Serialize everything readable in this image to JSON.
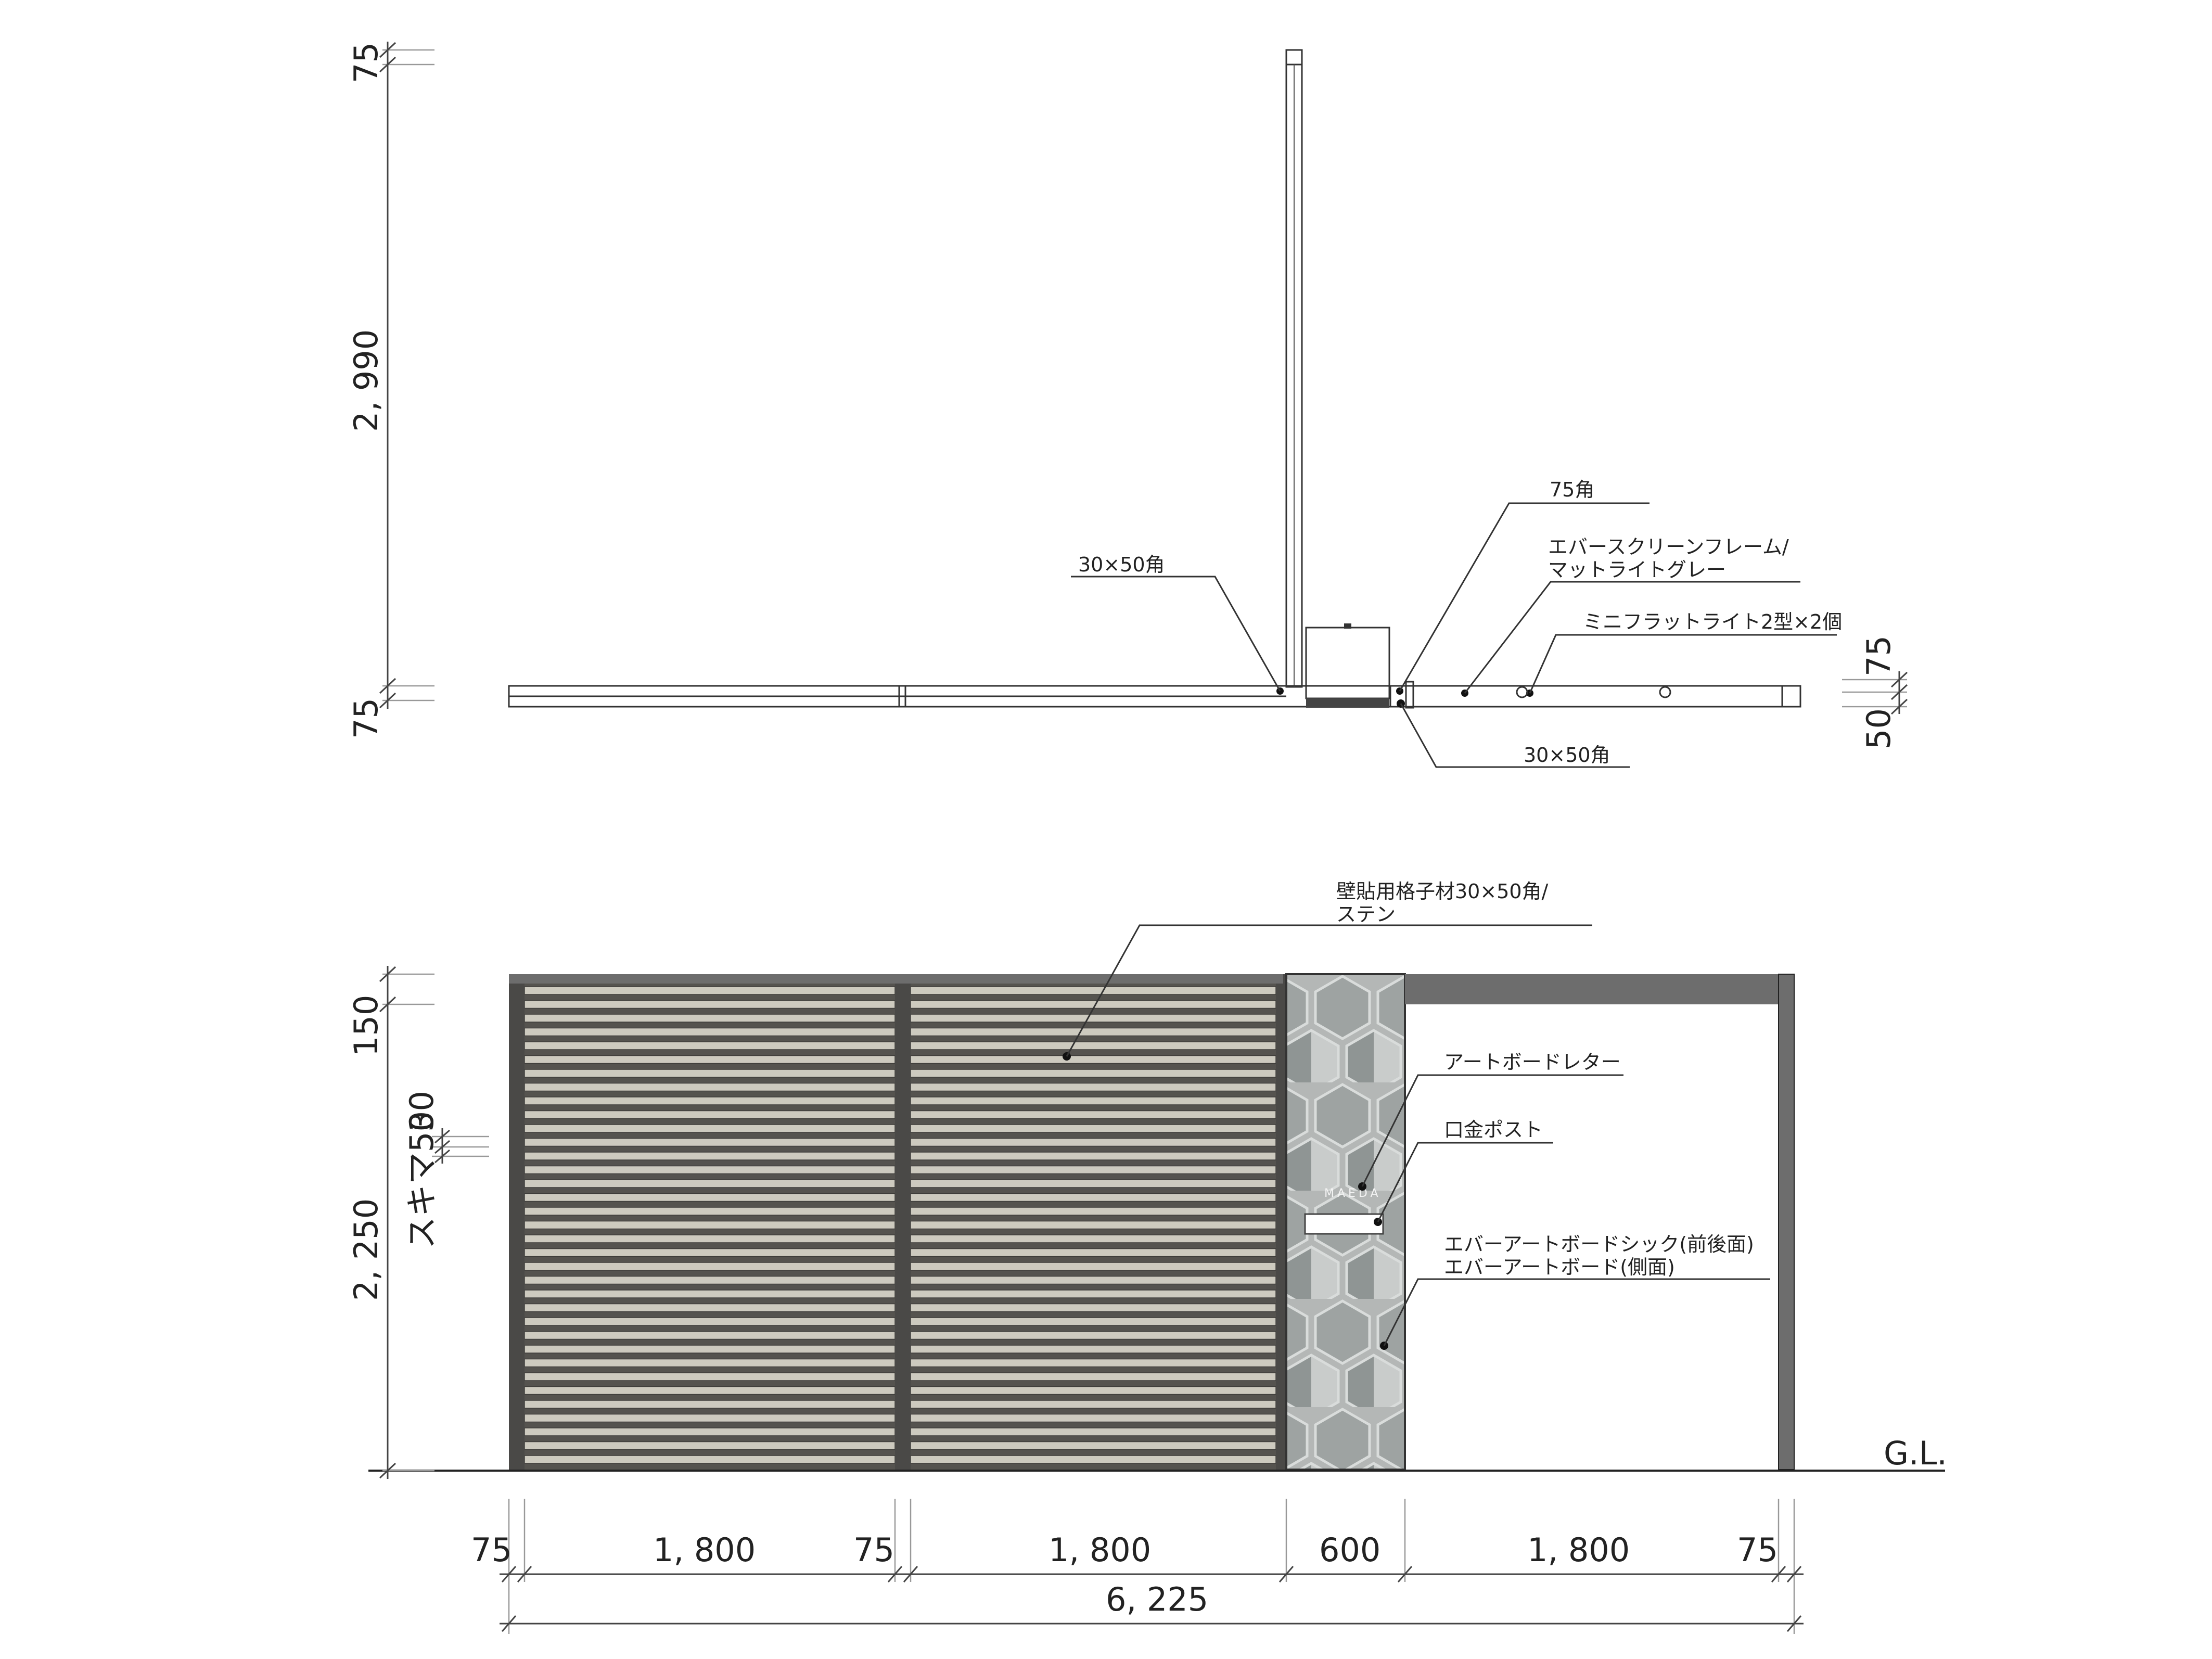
{
  "plan": {
    "dims_left": [
      "75",
      "2, 990",
      "75"
    ],
    "dims_right": [
      "75",
      "50"
    ],
    "labels": {
      "corner_post": "75角",
      "frame_1": "エバースクリーンフレーム/",
      "frame_2": "マットライトグレー",
      "light": "ミニフラットライト2型×2個",
      "bar_left": "30×50角",
      "bar_right": "30×50角"
    }
  },
  "elevation": {
    "dims_left": [
      "150",
      "2, 250"
    ],
    "slat_dims": [
      "30",
      "スキマ50"
    ],
    "labels": {
      "lattice_1": "壁貼用格子材30×50角/",
      "lattice_2": "ステン",
      "letter": "アートボードレター",
      "post": "口金ポスト",
      "board_1": "エバーアートボードシック(前後面)",
      "board_2": "エバーアートボード(側面)",
      "nameplate": "MAEDA"
    },
    "ground": "G.L.",
    "bottom_dims": [
      "75",
      "1, 800",
      "75",
      "1, 800",
      "600",
      "1, 800",
      "75"
    ],
    "total": "6, 225"
  },
  "colors": {
    "slat_light": "#cdcabf",
    "slat_dark": "#55534f",
    "frame": "#6d6d6d",
    "tile_base": "#b4b7b6"
  }
}
